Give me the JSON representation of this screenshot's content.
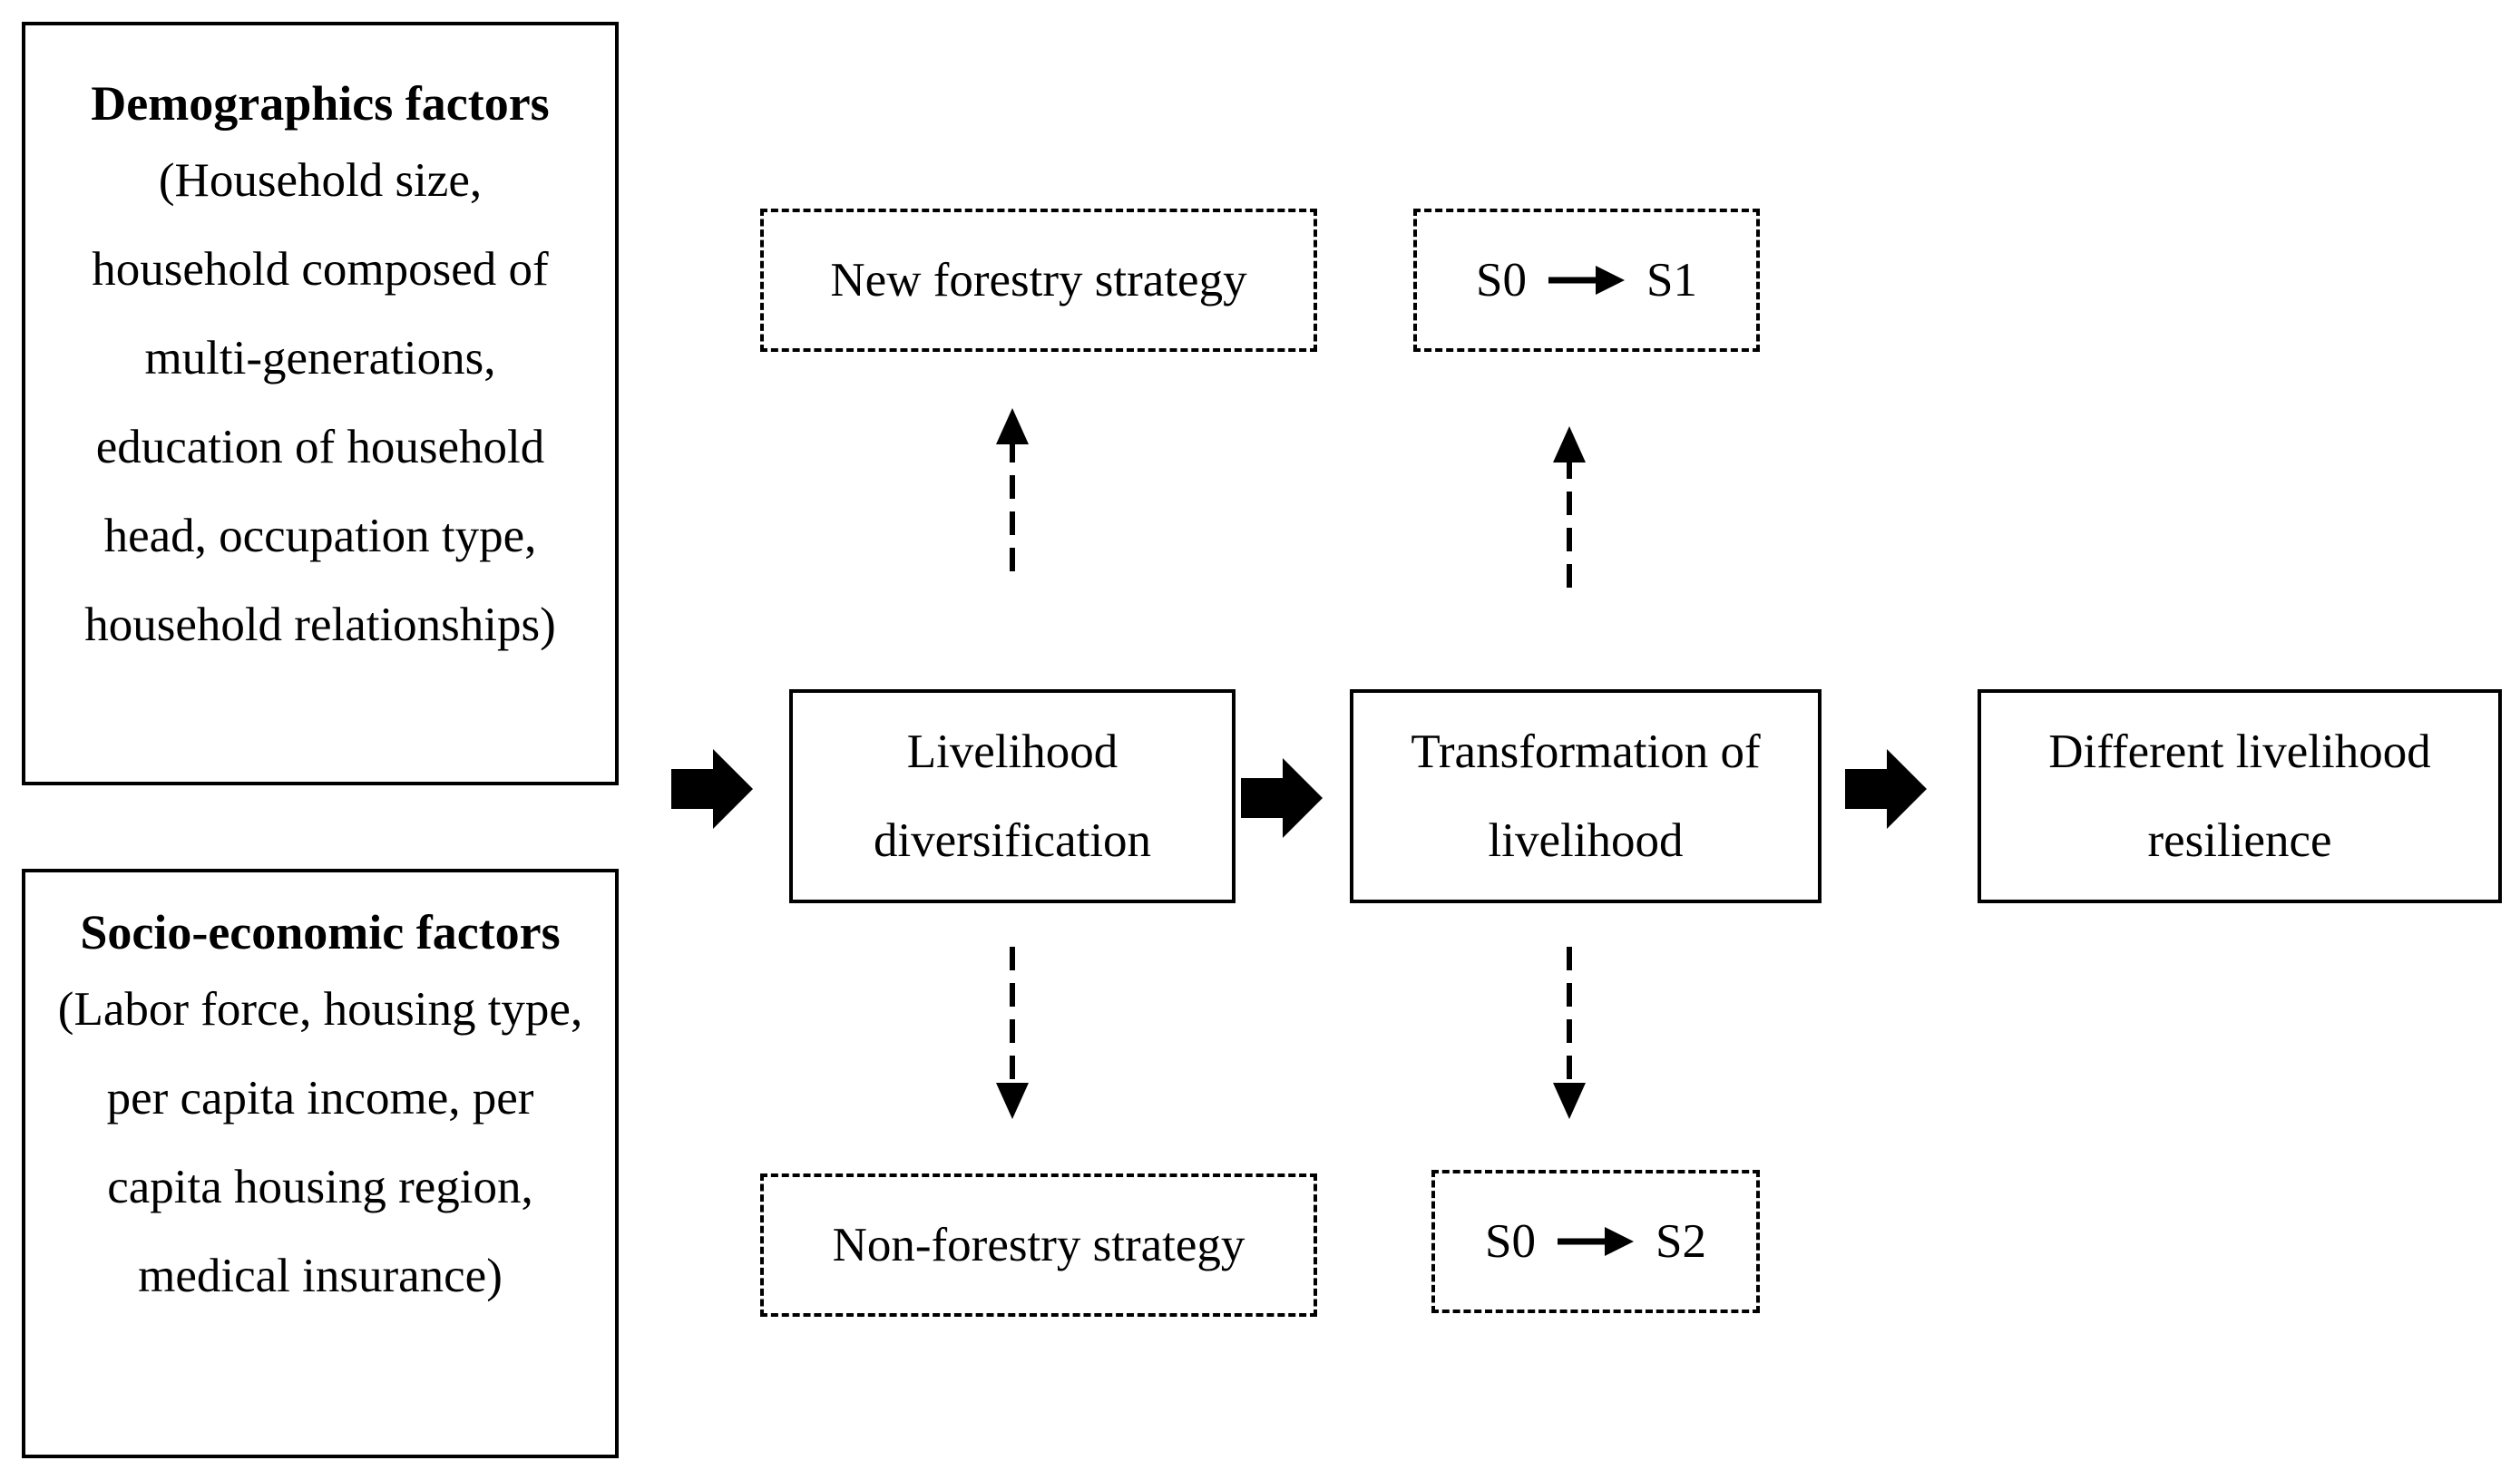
{
  "demographics": {
    "heading": "Demographics factors",
    "detail": "(Household size, household composed of multi-generations, education of household head, occupation type, household relationships)"
  },
  "socioeconomic": {
    "heading": "Socio-economic factors",
    "detail": "(Labor force, housing type, per capita income, per capita housing region, medical insurance)"
  },
  "nodes": {
    "diversification": "Livelihood diversification",
    "transformation": "Transformation of livelihood",
    "resilience": "Different livelihood resilience"
  },
  "strategies": {
    "forestry": "New forestry strategy",
    "non_forestry": "Non-forestry strategy"
  },
  "transitions": {
    "top": {
      "from": "S0",
      "to": "S1"
    },
    "bottom": {
      "from": "S0",
      "to": "S2"
    }
  }
}
